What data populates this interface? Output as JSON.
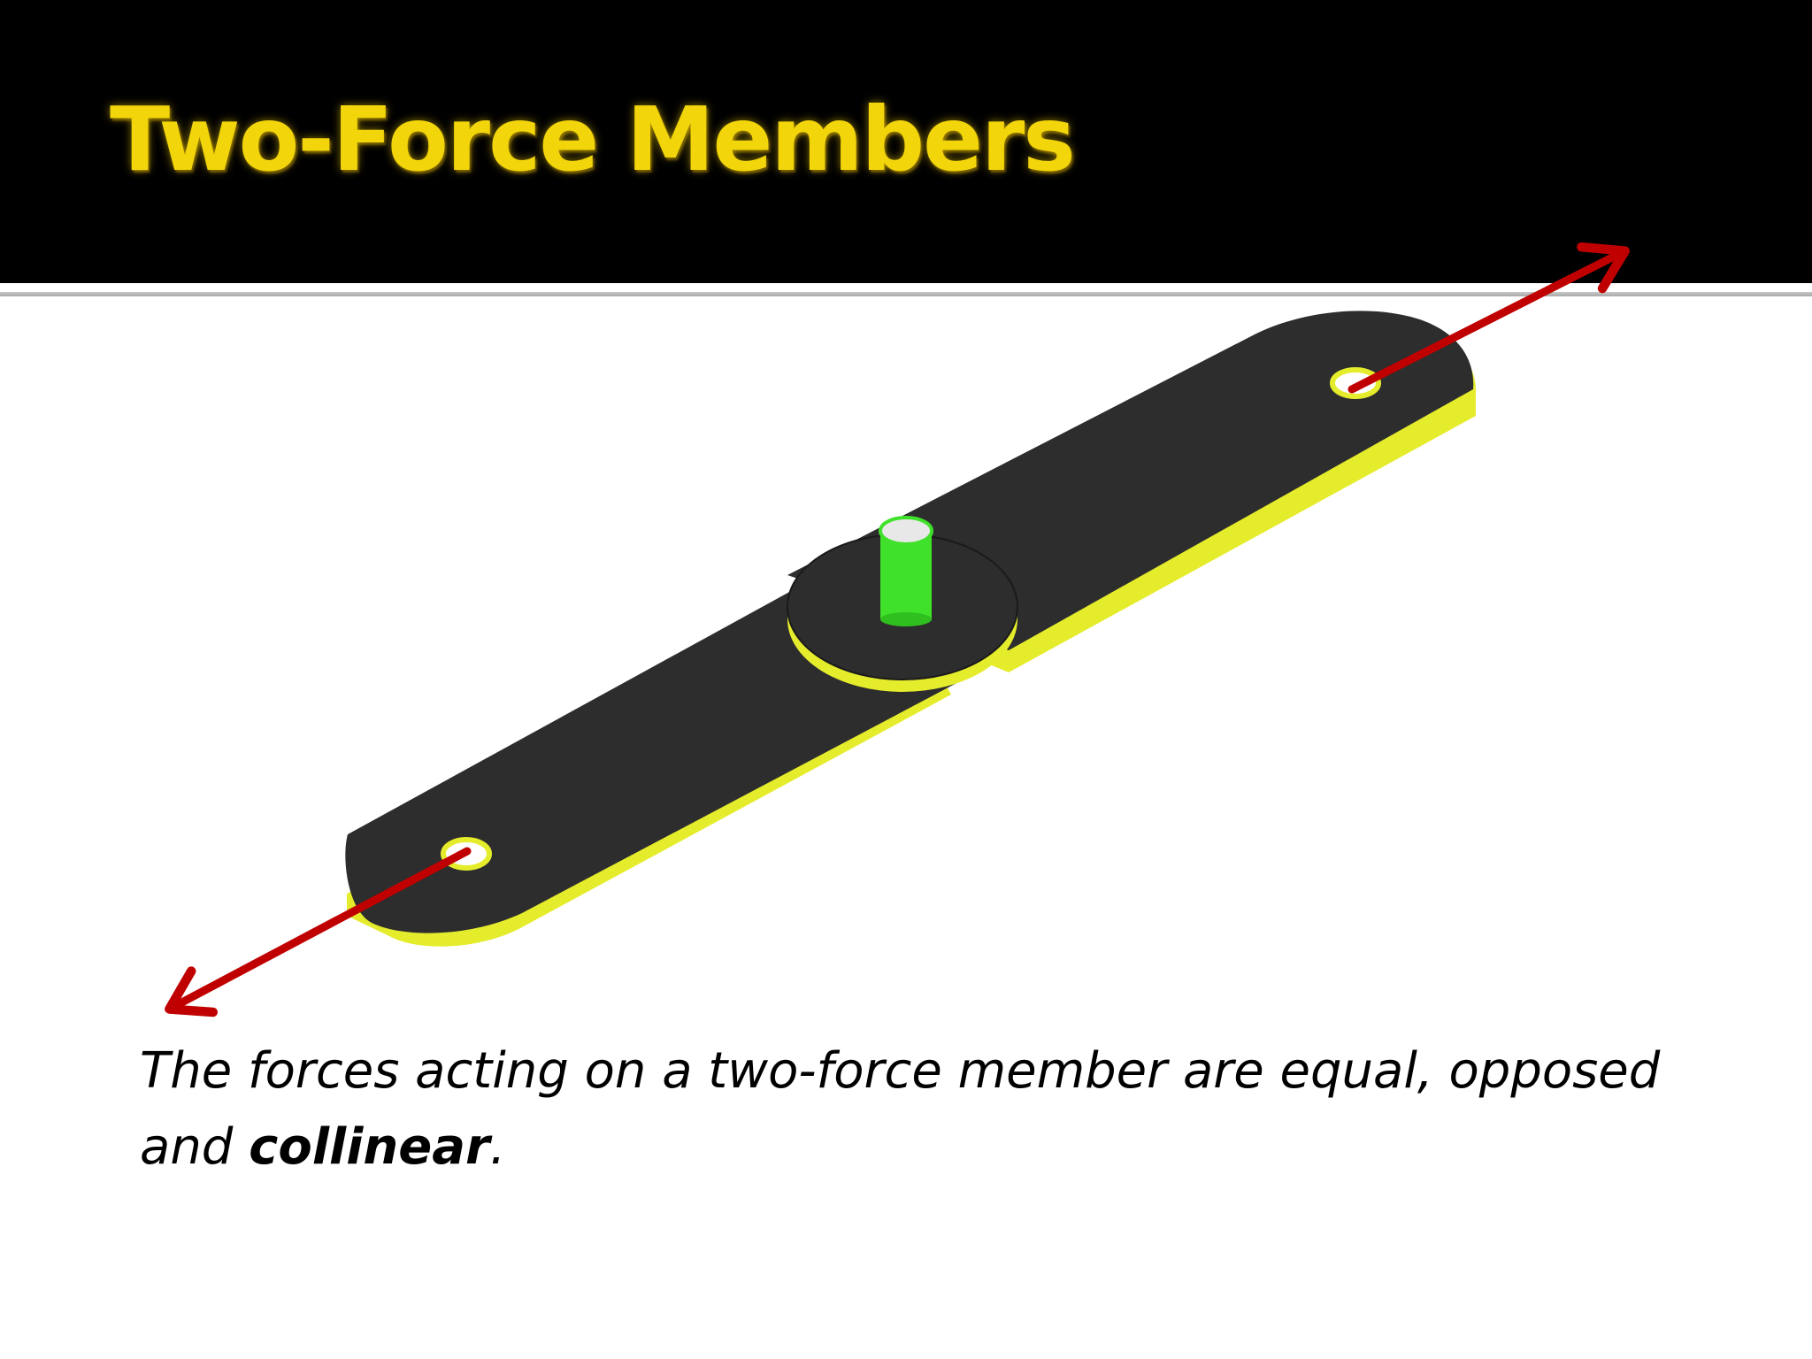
{
  "slide": {
    "title": "Two-Force Members",
    "caption": {
      "part1": "The forces acting on a two-force member are equal, opposed and ",
      "emphasis": "collinear",
      "part2": "."
    }
  },
  "colors": {
    "title_bar": "#000000",
    "title_text": "#f2d50a",
    "link_top": "#2d2d2d",
    "link_edge": "#e5ec2c",
    "pin": "#3fe12a",
    "force_arrow": "#c00000"
  },
  "icons": {
    "illustration": "two-force-link-assembly",
    "arrows": "force-arrow"
  }
}
